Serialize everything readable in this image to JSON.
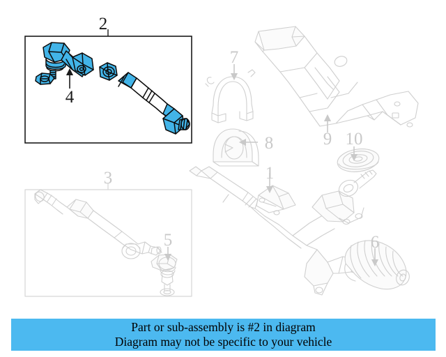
{
  "diagram": {
    "title": "Steering gear and linkage exploded parts diagram",
    "highlight_color": "#42b4e8",
    "highlight_stroke": "#0b0b0b",
    "faded_color": "#cccccc",
    "banner_color": "#4cb9f0",
    "callouts": [
      {
        "id": "1",
        "label": "1",
        "part": "steering-gear-rack",
        "state": "faded",
        "arrow": "down"
      },
      {
        "id": "2",
        "label": "2",
        "part": "outer-tie-rod-assembly",
        "state": "highlighted",
        "arrow": "leader-line"
      },
      {
        "id": "3",
        "label": "3",
        "part": "inner-tie-rod-assembly",
        "state": "faded",
        "arrow": "leader-line"
      },
      {
        "id": "4",
        "label": "4",
        "part": "tie-rod-end-stud",
        "state": "highlighted",
        "arrow": "up"
      },
      {
        "id": "5",
        "label": "5",
        "part": "tie-rod-end",
        "state": "faded",
        "arrow": "down"
      },
      {
        "id": "6",
        "label": "6",
        "part": "steering-gear-boot",
        "state": "faded",
        "arrow": "down"
      },
      {
        "id": "7",
        "label": "7",
        "part": "mounting-clamp",
        "state": "faded",
        "arrow": "down"
      },
      {
        "id": "8",
        "label": "8",
        "part": "mount-bushing",
        "state": "faded",
        "arrow": "left"
      },
      {
        "id": "9",
        "label": "9",
        "part": "crossmember-bracket",
        "state": "faded",
        "arrow": "up"
      },
      {
        "id": "10",
        "label": "10",
        "part": "grommet-seal",
        "state": "faded",
        "arrow": "down"
      }
    ]
  },
  "banner": {
    "line1": "Part or sub-assembly is #2 in diagram",
    "line2": "Diagram may not be specific to your vehicle"
  }
}
